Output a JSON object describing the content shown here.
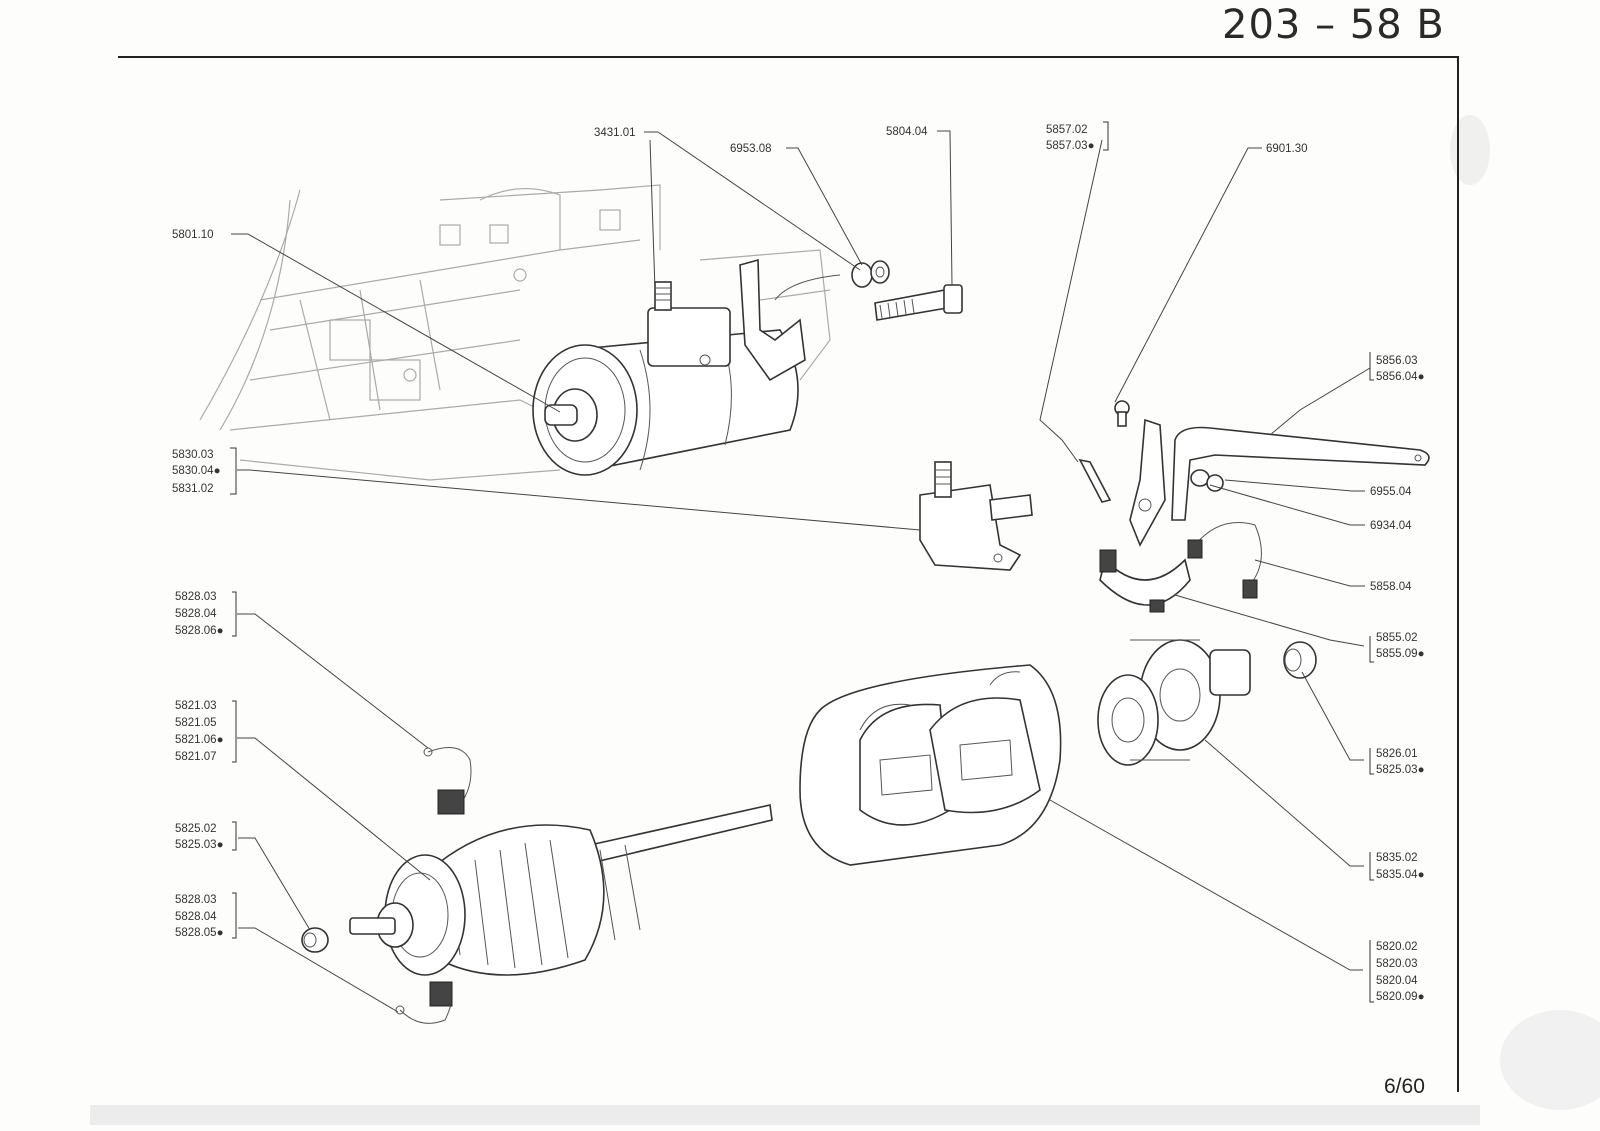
{
  "header": {
    "title": "203 – 58 B"
  },
  "footer": {
    "page_number": "6/60"
  },
  "callouts": {
    "c3431": [
      "3431.01"
    ],
    "c6953": [
      "6953.08"
    ],
    "c5804": [
      "5804.04"
    ],
    "c5857": [
      "5857.02",
      "5857.03●"
    ],
    "c6901": [
      "6901.30"
    ],
    "c5801": [
      "5801.10"
    ],
    "c5830": [
      "5830.03",
      "5830.04●",
      "5831.02"
    ],
    "c5856": [
      "5856.03",
      "5856.04●"
    ],
    "c6955": [
      "6955.04"
    ],
    "c6934": [
      "6934.04"
    ],
    "c5858": [
      "5858.04"
    ],
    "c5855": [
      "5855.02",
      "5855.09●"
    ],
    "c5828a": [
      "5828.03",
      "5828.04",
      "5828.06●"
    ],
    "c5821": [
      "5821.03",
      "5821.05",
      "5821.06●",
      "5821.07"
    ],
    "c5825a": [
      "5825.02",
      "5825.03●"
    ],
    "c5828b": [
      "5828.03",
      "5828.04",
      "5828.05●"
    ],
    "c5826": [
      "5826.01",
      "5825.03●"
    ],
    "c5835": [
      "5835.02",
      "5835.04●"
    ],
    "c5820": [
      "5820.02",
      "5820.03",
      "5820.04",
      "5820.09●"
    ]
  }
}
